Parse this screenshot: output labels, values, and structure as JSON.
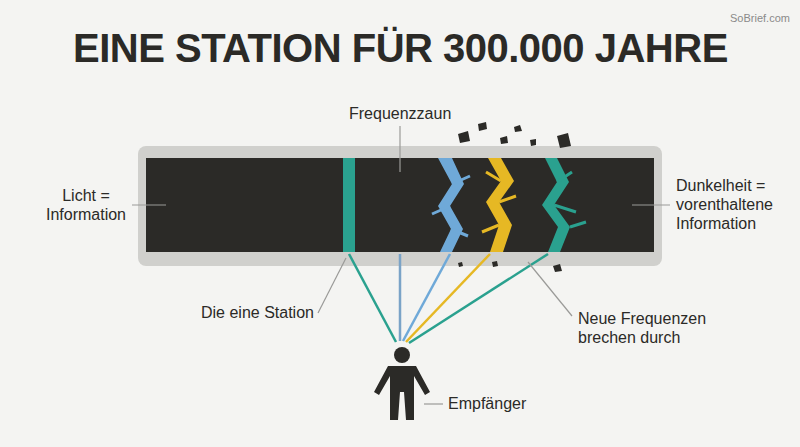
{
  "diagram": {
    "title": "EINE STATION FÜR 300.000 JAHRE",
    "labels": [
      "SoBrief.com",
      "Licht = Information",
      "Frequenzzaun",
      "Dunkelheit = vorenthaltene Information",
      "Die eine Station",
      "Neue Frequenzen brechen durch",
      "Empfänger"
    ]
  }
}
